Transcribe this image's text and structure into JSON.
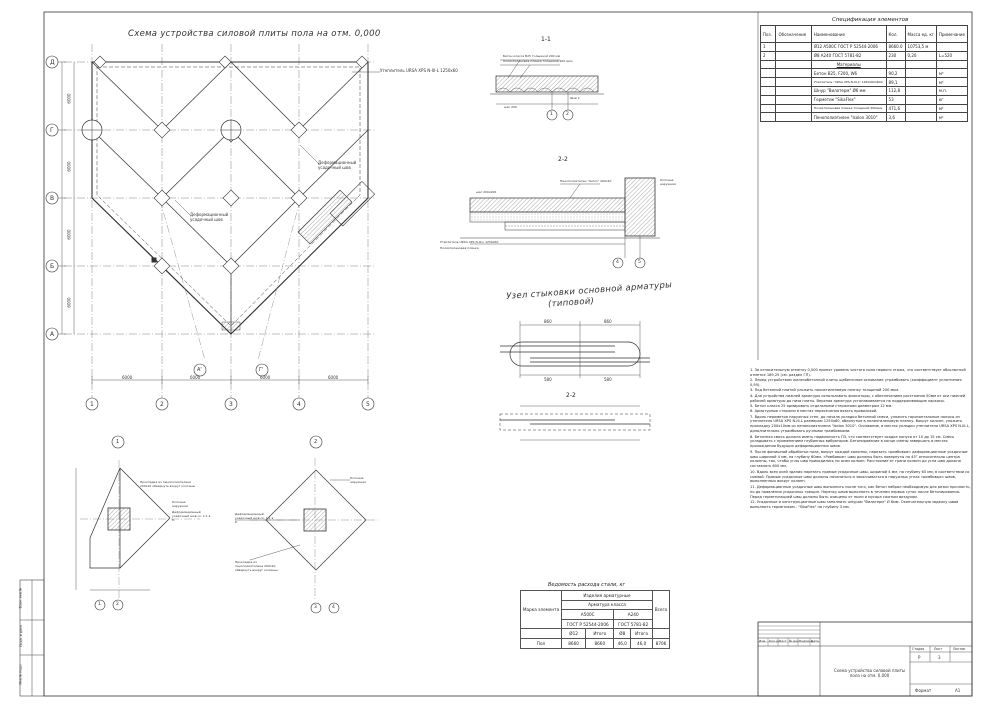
{
  "main_plan": {
    "title": "Схема устройства силовой плиты пола на отм. 0,000",
    "row_axes": [
      "Д",
      "Г",
      "В",
      "Б",
      "А"
    ],
    "col_axes": [
      "1",
      "2",
      "3",
      "4",
      "5"
    ],
    "diag_axes": [
      "А'",
      "Г'"
    ],
    "col_spacing": [
      "6000",
      "6000",
      "6000",
      "6000"
    ],
    "row_spacing": [
      "6000",
      "6000",
      "6000",
      "6000"
    ],
    "callouts": {
      "insulation": "Утеплитель URSA XPS N-III-L 1250х60",
      "deform_seam": "Деформационный усадочный шов",
      "deform_seam2": "Деформационный усадочный шов"
    }
  },
  "section_11": {
    "title": "1-1",
    "labels": [
      "Бетон класса В25 толщиной 200 мм",
      "Полиэтиленовая плёнка толщиной 200 мкм",
      "Шов 2",
      "шаг 200"
    ],
    "axes": [
      "1",
      "2"
    ]
  },
  "section_22": {
    "title": "2-2",
    "labels": [
      "Пенополиэтилен \"Isolon\" 200х10",
      "Колонна наружная",
      "шаг 200х200",
      "Утеплитель URSA XPS N-III-L 1250х60",
      "Полиэтиленовая плёнка"
    ],
    "axes": [
      "4",
      "5"
    ]
  },
  "joint_detail": {
    "title_line1": "Узел стыковки основной арматуры",
    "title_line2": "(типовой)",
    "dims": [
      "860",
      "860",
      "580",
      "580"
    ],
    "sub_title": "2-2"
  },
  "details": {
    "d1_num": "1",
    "d2_num": "2",
    "d1_labels": [
      "Прокладка из пенополиэтилена 200х10 обвернуть вокруг колонны",
      "Колонна наружная",
      "Деформационный усадочный шов ск. 1:1 в б."
    ],
    "d2_labels": [
      "Колонна наружная",
      "Прокладка из пенополиэтилена 200х10 обвернуть вокруг колонны",
      "Деформационный усадочный шов ск. 1:1 в б."
    ],
    "d1_axes": [
      "1",
      "2"
    ],
    "d2_axes": [
      "3",
      "4"
    ]
  },
  "spec": {
    "title": "Спецификация элементов",
    "headers": [
      "Поз.",
      "Обозначение",
      "Наименование",
      "Кол.",
      "Масса ед. кг",
      "Примечание"
    ],
    "rows": [
      [
        "1",
        "",
        "Ø12 А500С ГОСТ Р 52544-2006",
        "8660.0",
        "10753,5 м",
        ""
      ],
      [
        "2",
        "",
        "Ø8 А240 ГОСТ 5781-82",
        "230",
        "0,20",
        "L=520"
      ],
      [
        "",
        "",
        "Материалы",
        "",
        "",
        ""
      ],
      [
        "",
        "",
        "Бетон В25, F200, W6",
        "90,2",
        "",
        "м³"
      ],
      [
        "",
        "",
        "Утеплитель \"URSA XPS N-III-L\" 1250х60х600",
        "89,1",
        "",
        "м³"
      ],
      [
        "",
        "",
        "Шнур \"Вилатерм\" Ø6 мм",
        "112,8",
        "",
        "м.п."
      ],
      [
        "",
        "",
        "Герметик \"SikaFlex\"",
        "53",
        "",
        "кг"
      ],
      [
        "",
        "",
        "Полиэтиленовая плёнка толщиной 200мкм",
        "471,6",
        "",
        "м²"
      ],
      [
        "",
        "",
        "Пенополиэтилен \"Isolon 3010\"",
        "3,6",
        "",
        "м²"
      ]
    ]
  },
  "notes": [
    "1. За относительную отметку 0,000 принят уровень чистого пола первого этажа, что соответствует абсолютной отметке 189,25 (см. раздел ГП).",
    "2. Перед устройством железобетонной плиты щебеночное основание утрамбовать (коэффициент уплотнения 0,95).",
    "3. Под бетонной плитой уложить полиэтиленовую пленку толщиной 200 мкм.",
    "4. Для устройства нижней арматуры использовать фиксаторы, с обеспечением расстояния 50мм от оси нижней рабочей арматуры до низа плиты. Верхняя арматура устанавливается на поддерживающие каркасы.",
    "5. Бетон класса 25 армировать отдельными стержнями диаметром 12 мм.",
    "6. Арматурные стержни в местах пересечения вязать проволокой.",
    "7. Вдоль периметра наружных стен, до начала укладки бетонной смеси, уложить горизонтальные полосы из утеплителя URSA XPS N-III-L размером 1250х60, обернутые в полиэтиленовую пленку. Вокруг колонн, уложить прокладку 200х10мм из пенополиэтилена \"Isolon 3010\". Основание, в местах укладки утеплителя URSA XPS N-III-L, дополнительно утрамбовать ручными трамбовками.",
    "8. Бетонная смесь должна иметь подвижность П3, что соответствует осадке конуса от 10 до 15 см. Смесь укладывать с применением глубинных вибраторов. Бетонирование в конце смены завершать в местах прохождения будущих деформационных швов.",
    "9. После финишной обработки пола, вокруг каждой колонны, нарезать «ромбовые» деформационные усадочные швы шириной 4 мм, на глубину 60мм. «Ромбовые» швы должны быть повернуты на 45° относительно центра колонны, так, чтобы углы шва приходились по осям колонн. Расстояние от грани колонн до угла шва должно составлять 600 мм.",
    "10. Вдоль всех осей здания нарезать прямые усадочные швы, шириной 4 мм, на глубину 60 мм, в соответствии со схемой. Прямые усадочные швы должны начинаться и заканчиваться в наружных углах «ромбовых» швов, выполненных вокруг колонн.",
    "11. Деформационные усадочные швы выполнить после того, как бетон набрал необходимую для резки прочность, но до появления усадочных трещин. Нарезку швов выполнить в течении первых суток после бетонирования. Перед герметизацией швы должны быть очищены от пыли и мусора сжатым воздухом.",
    "12. Усадочные и конструкционные швы заполнить шнуром \"Вилатерм\" Ø 6мм. Окончательную заделку швов выполнить герметиком - \"SikaFlex\" на глубину 3 мм."
  ],
  "steel": {
    "title": "Ведомость расхода стали, кг",
    "col_mark": "Марка элемента",
    "col_rebar": "Изделия арматурные",
    "col_class": "Арматура класса",
    "classes": [
      "А500С",
      "А240"
    ],
    "gosts": [
      "ГОСТ Р 52544-2006",
      "ГОСТ 5781-82"
    ],
    "diams": [
      "Ø12",
      "Итого",
      "Ø8",
      "Итого"
    ],
    "total_label": "Всего",
    "row": [
      "Пол",
      "8660",
      "8660",
      "46,0",
      "46,0",
      "8706"
    ]
  },
  "stamp": {
    "sheet_title": "Схема устройства силовой плиты пола на отм. 0,000",
    "cols": [
      "Изм.",
      "Кол.уч",
      "Лист",
      "№ док",
      "Подпись",
      "Дата"
    ],
    "stage_header": [
      "Стадия",
      "Лист",
      "Листов"
    ],
    "stage_values": [
      "Р",
      "3"
    ],
    "format_label": "Формат",
    "format_value": "А1",
    "side_labels": [
      "Инв.№ подл.",
      "Подп. и дата",
      "Взам. инв.№"
    ]
  }
}
